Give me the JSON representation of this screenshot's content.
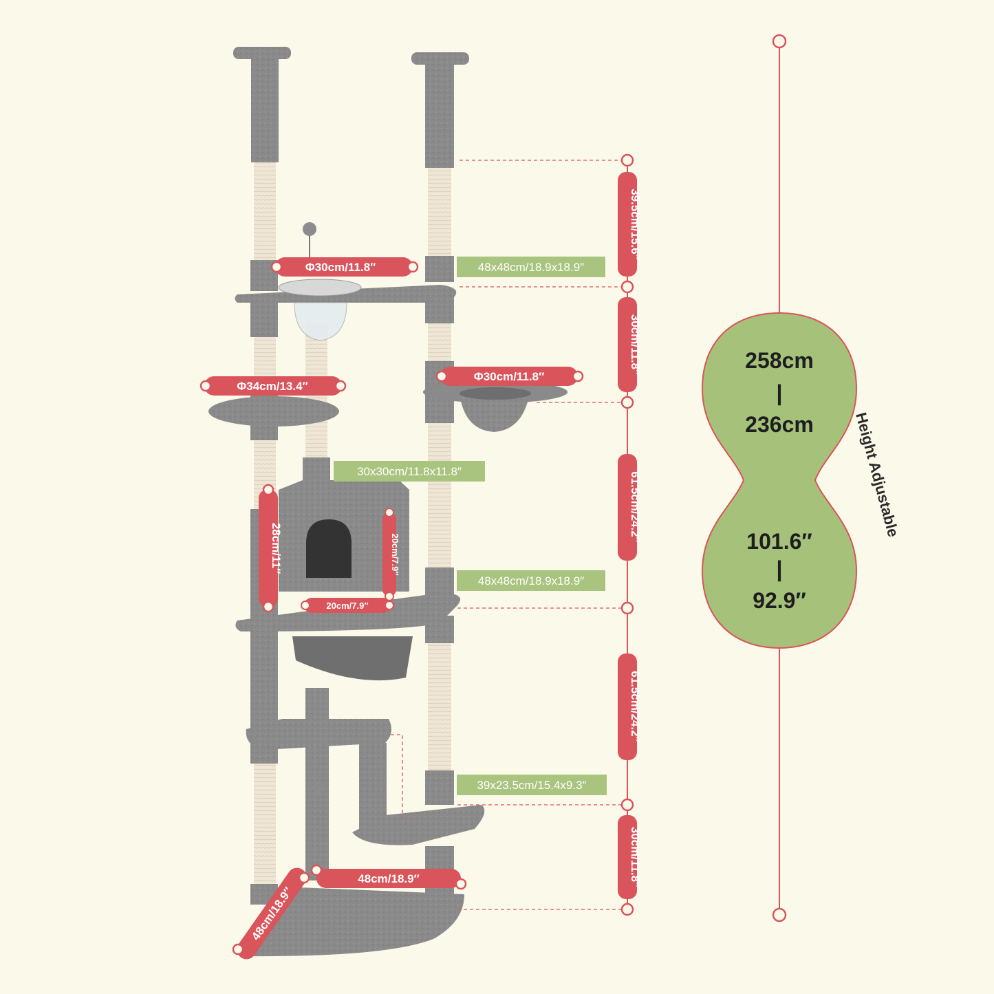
{
  "colors": {
    "background": "#fbfaea",
    "plush": "#8c8c8c",
    "plush_dark": "#6f6f6f",
    "sisal": "#ede4d3",
    "red_label": "#d9545b",
    "green_label": "#a9c47f",
    "badge": "#a6c17a",
    "dashed_line": "#d9545b"
  },
  "labels": {
    "bowl_top_diameter": "Φ30cm/11.8″",
    "top_platform_size": "48x48cm/18.9x18.9″",
    "left_platform_diameter": "Φ34cm/13.4″",
    "basket_diameter": "Φ30cm/11.8″",
    "condo_top_size": "30x30cm/11.8x11.8″",
    "condo_height": "28cm/11″",
    "door_height": "20cm/7.9″",
    "door_width": "20cm/7.9″",
    "mid_platform_size": "48x48cm/18.9x18.9″",
    "step_size": "39x23.5cm/15.4x9.3″",
    "base_width": "48cm/18.9″",
    "base_depth": "48cm/18.9″"
  },
  "segments": {
    "seg1": "39.5cm/15.6″",
    "seg2": "30cm/11.8″",
    "seg3": "61.5cm/24.2″",
    "seg4": "61.5cm/24.2″",
    "seg5": "30cm/11.8″"
  },
  "height_badge": {
    "metric_max": "258cm",
    "metric_sep": "|",
    "metric_min": "236cm",
    "imperial_max": "101.6″",
    "imperial_sep": "|",
    "imperial_min": "92.9″",
    "caption": "Height Adjustable"
  }
}
